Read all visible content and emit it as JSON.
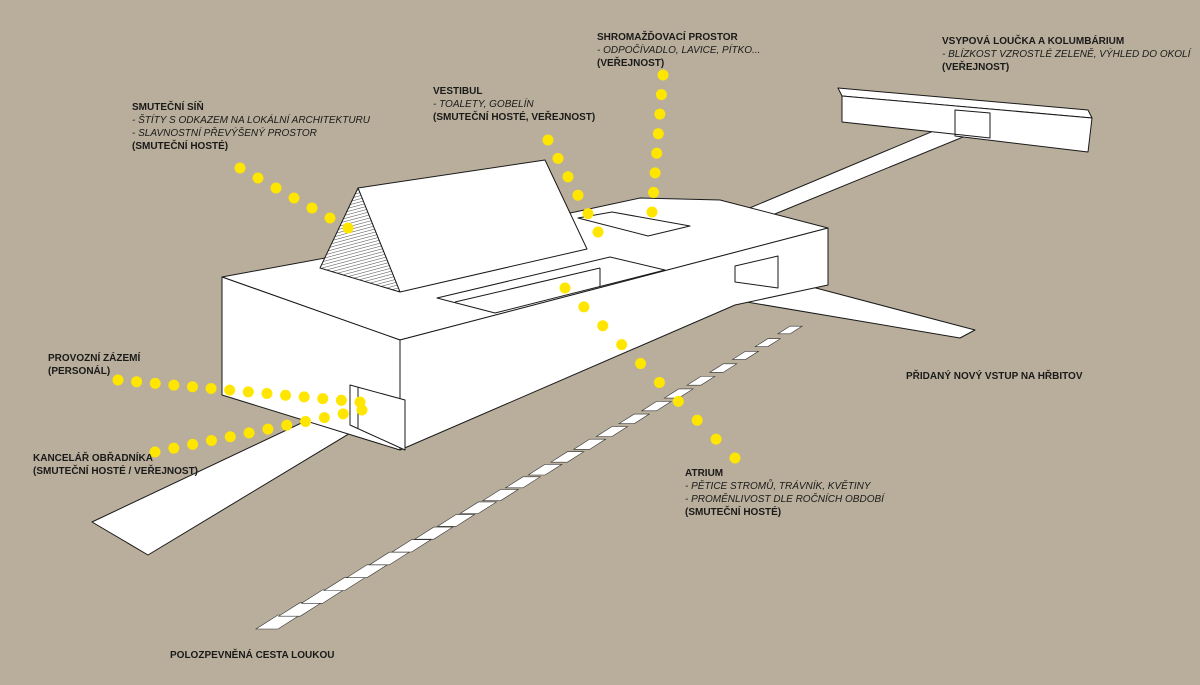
{
  "labels": {
    "smutecni_sin": {
      "title": "SMUTEČNÍ SÍŇ",
      "lines": [
        "- ŠTÍTY S ODKAZEM NA LOKÁLNÍ ARCHITEKTURU",
        "- SLAVNOSTNÍ PŘEVÝŠENÝ PROSTOR"
      ],
      "users": "(SMUTEČNÍ HOSTÉ)"
    },
    "vestibul": {
      "title": "VESTIBUL",
      "lines": [
        "- TOALETY, GOBELÍN"
      ],
      "users": "(SMUTEČNÍ HOSTÉ, VEŘEJNOST)"
    },
    "shromazdovaci": {
      "title": "SHROMAŽĎOVACÍ PROSTOR",
      "lines": [
        "- ODPOČÍVADLO, LAVICE, PÍTKO..."
      ],
      "users": "(VEŘEJNOST)"
    },
    "vsypova": {
      "title": "VSYPOVÁ LOUČKA A KOLUMBÁRIUM",
      "lines": [
        "- BLÍZKOST VZROSTLÉ ZELENĚ, VÝHLED DO OKOLÍ"
      ],
      "users": "(VEŘEJNOST)"
    },
    "provozni": {
      "title": "PROVOZNÍ ZÁZEMÍ",
      "users": "(PERSONÁL)"
    },
    "kancelar": {
      "title": "KANCELÁŘ OBŘADNÍKA",
      "users": "(SMUTEČNÍ HOSTÉ / VEŘEJNOST)"
    },
    "atrium": {
      "title": "ATRIUM",
      "lines": [
        "- PĚTICE STROMŮ, TRÁVNÍK, KVĚTINY",
        "- PROMĚNLIVOST DLE ROČNÍCH OBDOBÍ"
      ],
      "users": "(SMUTEČNÍ HOSTÉ)"
    },
    "vstup": {
      "title": "PŘIDANÝ NOVÝ VSTUP NA HŘBITOV"
    },
    "cesta": {
      "title": "POLOZPEVNĚNÁ CESTA LOUKOU"
    }
  },
  "colors": {
    "background": "#b8ae9b",
    "leader_dots": "#ffe600",
    "massing": "#ffffff",
    "outline": "#1a1a1a"
  }
}
